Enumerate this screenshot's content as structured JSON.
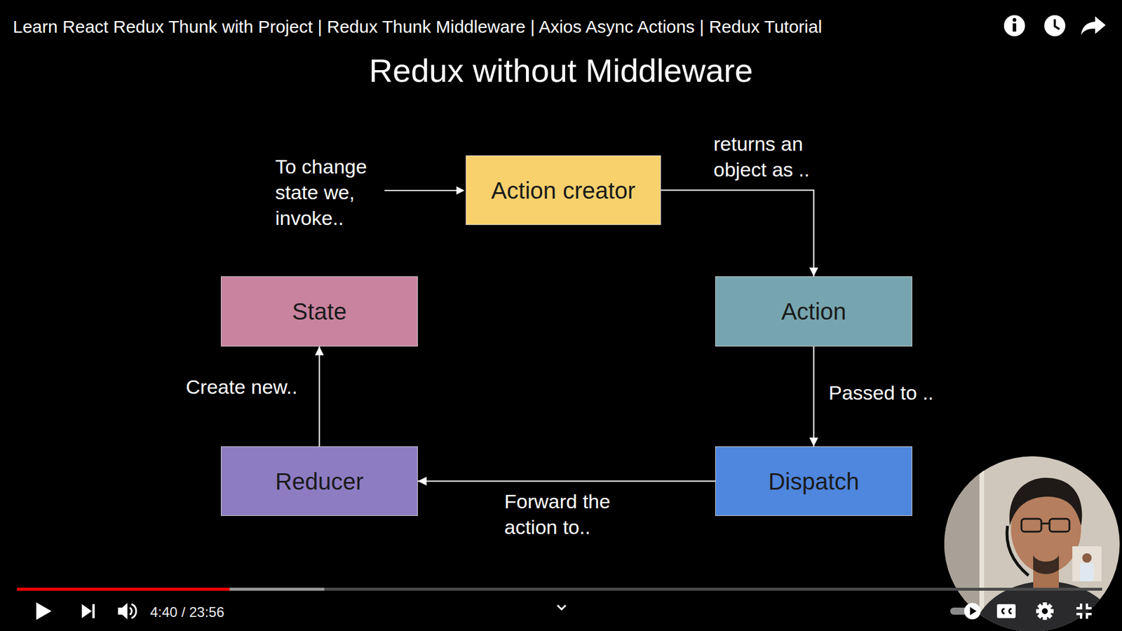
{
  "diagram": {
    "title": "Redux without Middleware",
    "nodes": [
      {
        "text": [
          "Action creator"
        ]
      },
      {
        "text": [
          "State"
        ]
      },
      {
        "text": [
          "Action"
        ]
      },
      {
        "text": [
          "Reducer"
        ]
      },
      {
        "text": [
          "Dispatch"
        ]
      }
    ],
    "edges": [
      {
        "from": 0,
        "to": 2,
        "label": "returns an object as ..",
        "arrow": "to"
      },
      {
        "from": 2,
        "to": 4,
        "label": "Passed to ..",
        "arrow": "to"
      },
      {
        "from": 4,
        "to": 3,
        "label": "Forward the action to..",
        "arrow": "to"
      },
      {
        "from": 3,
        "to": 1,
        "label": "Create new..",
        "arrow": "to"
      }
    ],
    "labels": [
      "Learn React Redux Thunk with Project | Redux Thunk Middleware | Axios Async Actions | Redux Tutorial",
      "To change state we, invoke..",
      "4:40 / 23:56"
    ]
  }
}
